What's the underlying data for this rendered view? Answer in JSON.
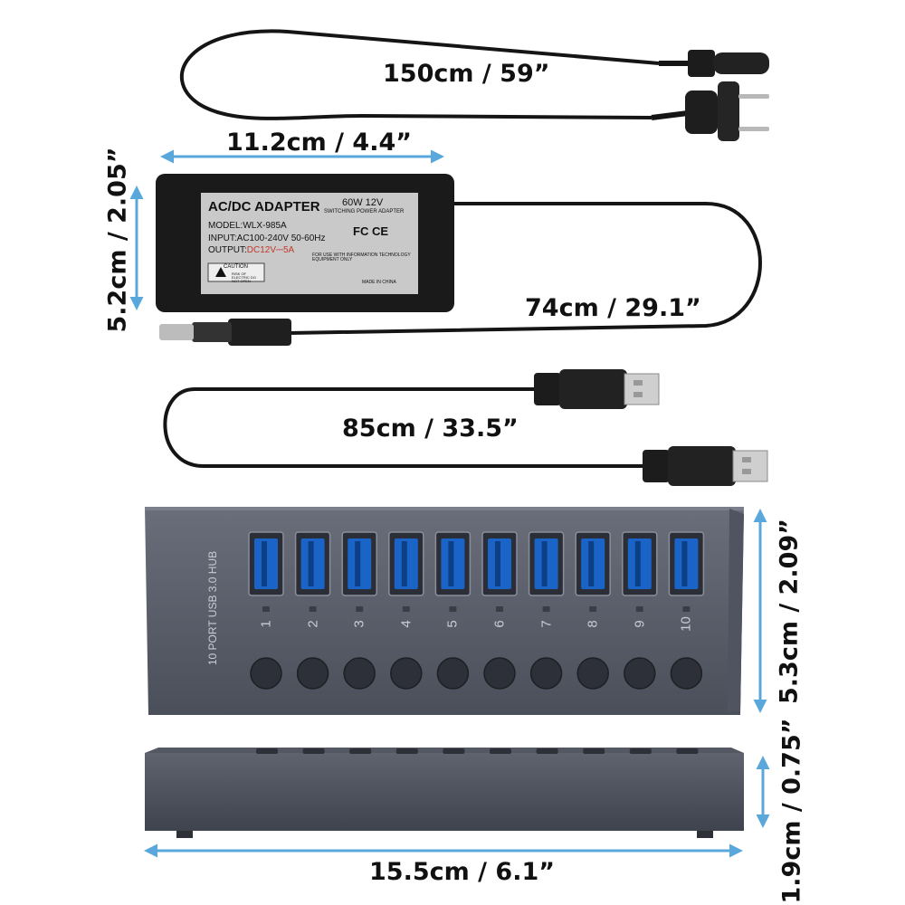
{
  "dimensions": {
    "ac_cable": "150cm / 59”",
    "adapter_width": "11.2cm / 4.4”",
    "adapter_height": "5.2cm / 2.05”",
    "dc_cable": "74cm / 29.1”",
    "usb_cable": "85cm / 33.5”",
    "hub_height": "5.3cm / 2.09”",
    "hub_depth": "1.9cm / 0.75”",
    "hub_width": "15.5cm / 6.1”"
  },
  "adapter": {
    "brand": "AC/DC ADAPTER",
    "rating": "60W 12V",
    "type": "SWITCHING POWER ADAPTER",
    "model": "MODEL:WLX-985A",
    "input": "INPUT:AC100-240V 50-60Hz",
    "output_prefix": "OUTPUT:",
    "output_value": "DC12V⎓5A",
    "caution": "CAUTION",
    "warning": "RISK OF ELECTRIC DO NOT OPEN",
    "certs": "FC CE",
    "fine_print": "FOR USE WITH INFORMATION TECHNOLOGY EQUIPMENT ONLY",
    "origin": "MADE IN CHINA"
  },
  "hub": {
    "label": "10 PORT USB 3.0 HUB",
    "ports": [
      "1",
      "2",
      "3",
      "4",
      "5",
      "6",
      "7",
      "8",
      "9",
      "10"
    ]
  },
  "colors": {
    "arrow": "#5aa7dc",
    "hub_body": "#5b5f6b",
    "usb_port_blue": "#1a64c8",
    "adapter_body": "#1a1a1a",
    "adapter_label_bg": "#c9c9c9"
  }
}
